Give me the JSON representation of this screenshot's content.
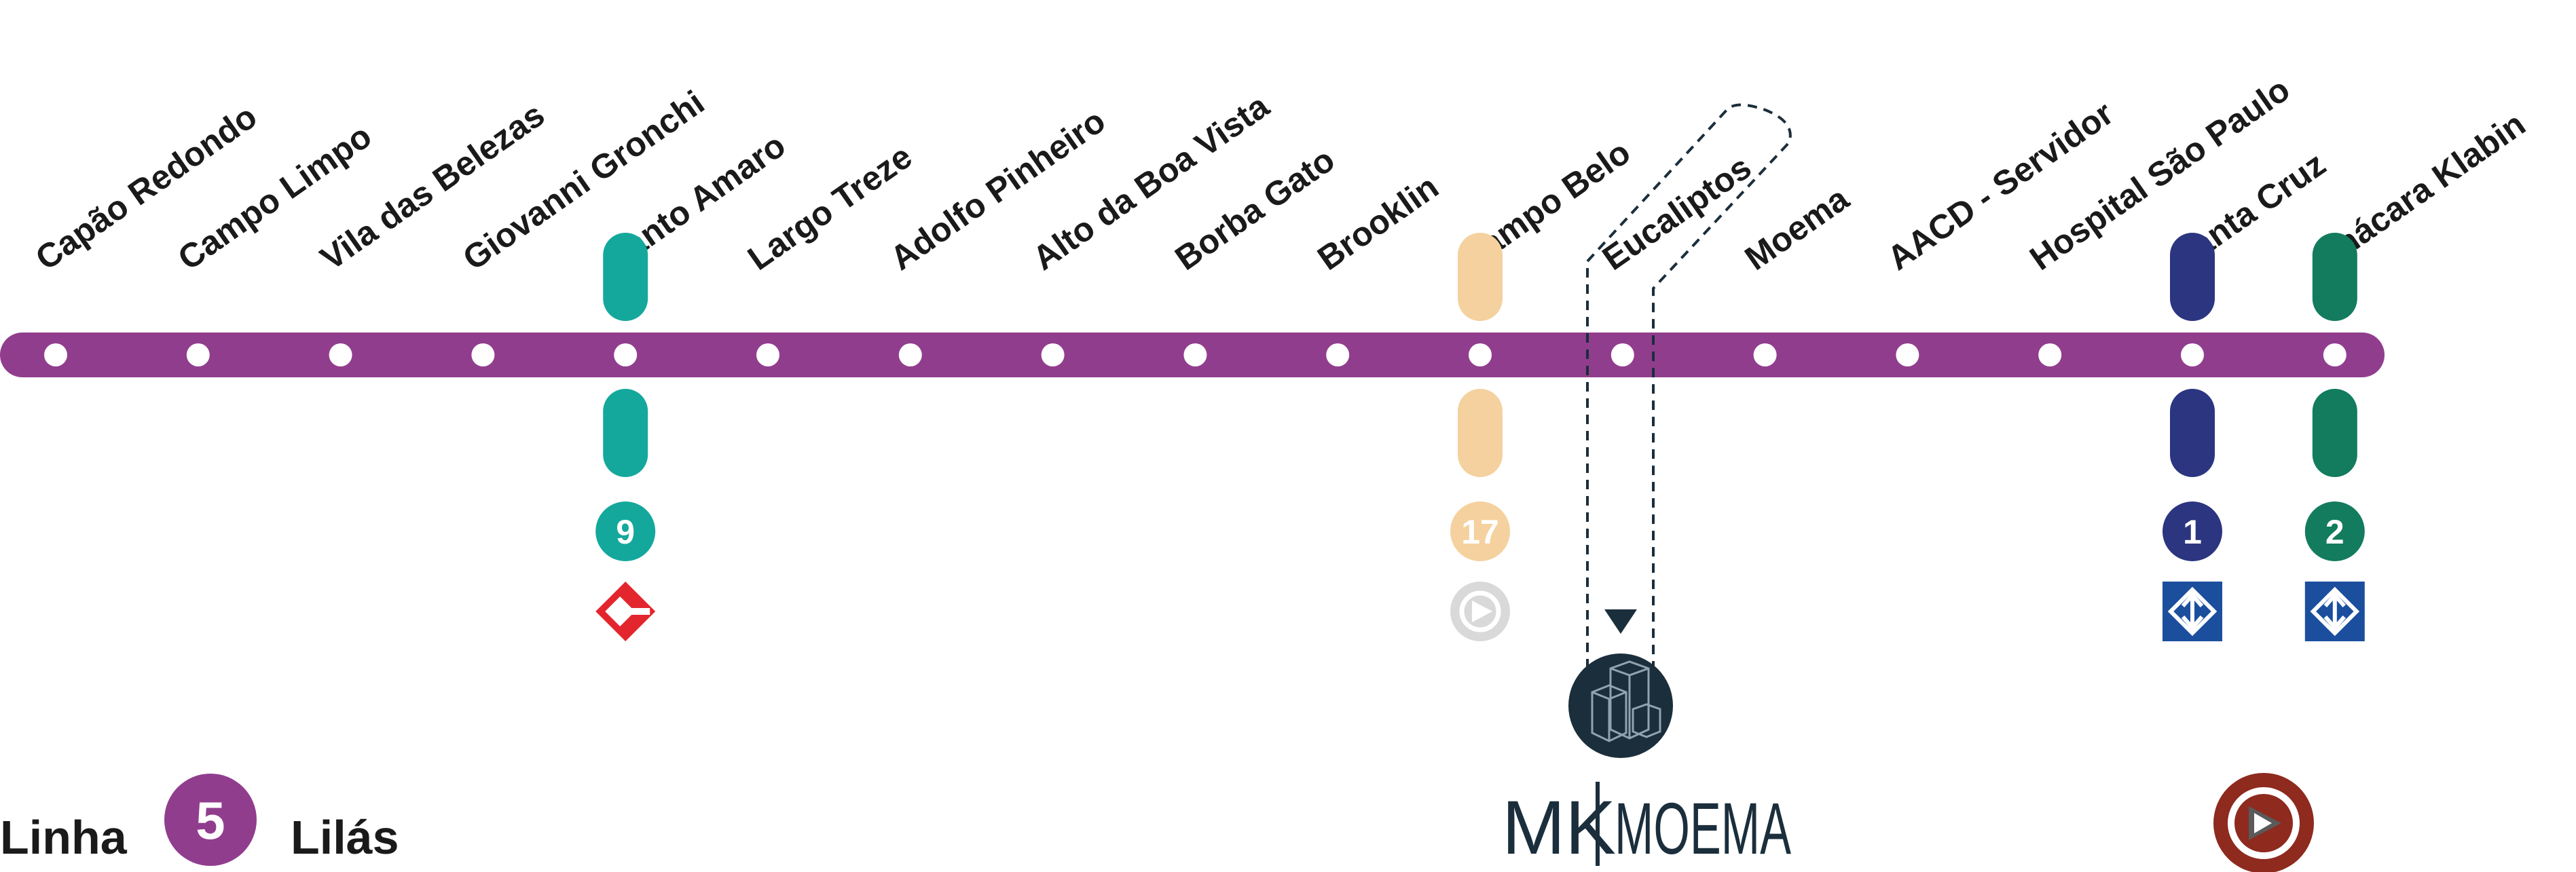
{
  "line": {
    "name_prefix": "Linha",
    "number": "5",
    "color_name": "Lilás",
    "color": "#913d8e"
  },
  "stations": [
    {
      "name": "Capão Redondo"
    },
    {
      "name": "Campo Limpo"
    },
    {
      "name": "Vila das Belezas"
    },
    {
      "name": "Giovanni Gronchi"
    },
    {
      "name": "Santo Amaro",
      "transfer": {
        "line": "9",
        "color": "#14a89c",
        "operator": "cptm-logo-icon"
      }
    },
    {
      "name": "Largo Treze"
    },
    {
      "name": "Adolfo Pinheiro"
    },
    {
      "name": "Alto da Boa Vista"
    },
    {
      "name": "Borba Gato"
    },
    {
      "name": "Brooklin"
    },
    {
      "name": "Campo Belo",
      "transfer": {
        "line": "17",
        "color": "#f4d19e",
        "operator": "viamobilidade-logo-icon"
      }
    },
    {
      "name": "Eucaliptos",
      "highlighted": true
    },
    {
      "name": "Moema"
    },
    {
      "name": "AACD - Servidor"
    },
    {
      "name": "Hospital São Paulo"
    },
    {
      "name": "Santa Cruz",
      "transfer": {
        "line": "1",
        "color": "#2c3580",
        "operator": "metro-sp-logo-icon"
      }
    },
    {
      "name": "Chácara Klabin",
      "transfer": {
        "line": "2",
        "color": "#137b5e",
        "operator": "metro-sp-logo-icon"
      }
    }
  ],
  "development": {
    "brand": "MK",
    "name": "MOEMA",
    "color": "#1b2e3c",
    "icon": "building-cubes-icon"
  },
  "operator_logo": {
    "icon": "viamobilidade-logo-icon",
    "color": "#8e2a1e"
  },
  "colors": {
    "station_dot": "#ffffff",
    "label": "#1a1a1a",
    "cptm_red": "#e3262e",
    "metro_blue": "#1b4f9e",
    "inactive_gray": "#d9d9d9"
  }
}
